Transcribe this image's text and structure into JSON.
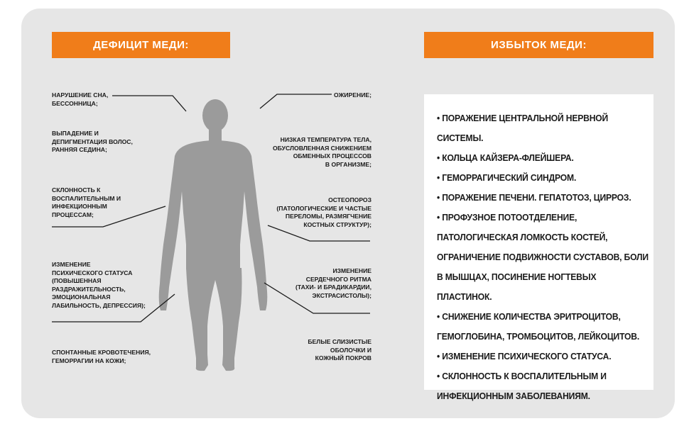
{
  "colors": {
    "accent": "#f07d1a",
    "background": "#e6e6e6",
    "panel": "#ffffff",
    "figure": "#9a9a9a"
  },
  "left_header": "ДЕФИЦИТ МЕДИ:",
  "right_header": "ИЗБЫТОК МЕДИ:",
  "deficit": [
    "НАРУШЕНИЕ СНА,\nБЕССОННИЦА;",
    "ВЫПАДЕНИЕ И\nДЕПИГМЕНТАЦИЯ ВОЛОС,\nРАННЯЯ СЕДИНА;",
    "СКЛОННОСТЬ К\nВОСПАЛИТЕЛЬНЫМ И\nИНФЕКЦИОННЫМ\nПРОЦЕССАМ;",
    "ИЗМЕНЕНИЕ\nПСИХИЧЕСКОГО СТАТУСА\n(ПОВЫШЕННАЯ\nРАЗДРАЖИТЕЛЬНОСТЬ,\nЭМОЦИОНАЛЬНАЯ\nЛАБИЛЬНОСТЬ, ДЕПРЕССИЯ);",
    "СПОНТАННЫЕ КРОВОТЕЧЕНИЯ,\nГЕМОРРАГИИ НА КОЖИ;"
  ],
  "body_signs": [
    "ОЖИРЕНИЕ;",
    "НИЗКАЯ ТЕМПЕРАТУРА ТЕЛА,\nОБУСЛОВЛЕННАЯ СНИЖЕНИЕМ\nОБМЕННЫХ ПРОЦЕССОВ\nВ ОРГАНИЗМЕ;",
    "ОСТЕОПОРОЗ\n(ПАТОЛОГИЧЕСКИЕ И ЧАСТЫЕ\nПЕРЕЛОМЫ, РАЗМЯГЧЕНИЕ\nКОСТНЫХ СТРУКТУР);",
    "ИЗМЕНЕНИЕ\nСЕРДЕЧНОГО РИТМА\n(ТАХИ- И БРАДИКАРДИИ,\nЭКСТРАСИСТОЛЫ);",
    "БЕЛЫЕ СЛИЗИСТЫЕ\nОБОЛОЧКИ И\nКОЖНЫЙ ПОКРОВ"
  ],
  "excess": [
    "ПОРАЖЕНИЕ ЦЕНТРАЛЬНОЙ НЕРВНОЙ СИСТЕМЫ.",
    "КОЛЬЦА КАЙЗЕРА-ФЛЕЙШЕРА.",
    "ГЕМОРРАГИЧЕСКИЙ СИНДРОМ.",
    "ПОРАЖЕНИЕ ПЕЧЕНИ. ГЕПАТОТОЗ, ЦИРРОЗ.",
    "ПРОФУЗНОЕ ПОТООТДЕЛЕНИЕ, ПАТОЛОГИЧЕСКАЯ ЛОМКОСТЬ КОСТЕЙ, ОГРАНИЧЕНИЕ ПОДВИЖНОСТИ СУСТАВОВ, БОЛИ В МЫШЦАХ, ПОСИНЕНИЕ НОГТЕВЫХ ПЛАСТИНОК.",
    "СНИЖЕНИЕ КОЛИЧЕСТВА ЭРИТРОЦИТОВ, ГЕМОГЛОБИНА, ТРОМБОЦИТОВ, ЛЕЙКОЦИТОВ.",
    "ИЗМЕНЕНИЕ ПСИХИЧЕСКОГО СТАТУСА.",
    "СКЛОННОСТЬ К ВОСПАЛИТЕЛЬНЫМ И ИНФЕКЦИОННЫМ ЗАБОЛЕВАНИЯМ."
  ]
}
